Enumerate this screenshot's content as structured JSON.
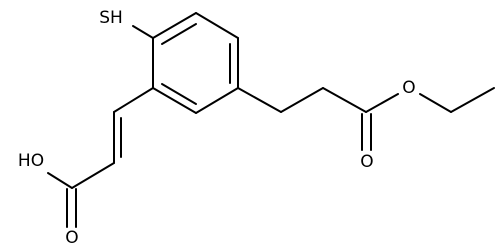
{
  "atoms": {
    "thiol": "SH",
    "acid_hydroxyl": "HO",
    "acid_carbonyl": "O",
    "ester_ether": "O",
    "ester_carbonyl": "O"
  }
}
